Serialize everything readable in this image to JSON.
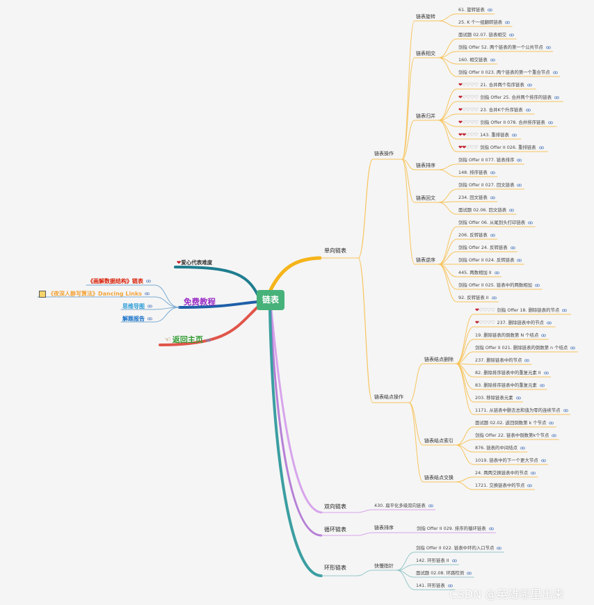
{
  "root": "链表",
  "left": {
    "legend": "爱心代表难度",
    "free": {
      "title": "免费教程",
      "items": [
        "《画解数据结构》链表",
        "《夜深人静写算法》Dancing Links",
        "思维导图",
        "解题报告"
      ]
    },
    "home": "返回主页"
  },
  "branches": {
    "single": {
      "label": "单向链表",
      "ops": {
        "label": "链表操作",
        "groups": [
          {
            "label": "链表旋转",
            "items": [
              {
                "t": "61. 旋转链表"
              },
              {
                "t": "25. K 个一组翻转链表"
              }
            ]
          },
          {
            "label": "链表相交",
            "items": [
              {
                "t": "面试题 02.07. 链表相交"
              },
              {
                "t": "剑指 Offer 52. 两个链表的第一个公共节点"
              },
              {
                "t": "160. 相交链表"
              },
              {
                "t": "剑指 Offer II 023. 两个链表的第一个重合节点"
              }
            ]
          },
          {
            "label": "链表归并",
            "items": [
              {
                "h": 1,
                "t": "21. 合并两个有序链表"
              },
              {
                "h": 1,
                "t": "剑指 Offer 25. 合并两个排序的链表"
              },
              {
                "h": 1,
                "t": "23. 合并K个升序链表"
              },
              {
                "h": 1,
                "t": "剑指 Offer II 078. 合并排序链表"
              },
              {
                "h": 2,
                "t": "143. 重排链表"
              },
              {
                "h": 2,
                "t": "剑指 Offer II 026. 重排链表"
              }
            ]
          },
          {
            "label": "链表排序",
            "items": [
              {
                "t": "剑指 Offer II 077. 链表排序"
              },
              {
                "t": "148. 排序链表"
              }
            ]
          },
          {
            "label": "链表回文",
            "items": [
              {
                "t": "剑指 Offer II 027. 回文链表"
              },
              {
                "t": "234. 回文链表"
              },
              {
                "t": "面试题 02.06. 回文链表"
              }
            ]
          },
          {
            "label": "链表逆序",
            "items": [
              {
                "t": "剑指 Offer 06. 从尾到头打印链表"
              },
              {
                "t": "206. 反转链表"
              },
              {
                "t": "剑指 Offer 24. 反转链表"
              },
              {
                "t": "剑指 Offer II 024. 反转链表"
              },
              {
                "t": "445. 两数相加 II"
              },
              {
                "t": "剑指 Offer II 025. 链表中的两数相加"
              },
              {
                "t": "92. 反转链表 II"
              }
            ]
          }
        ]
      },
      "nodeops": {
        "label": "链表结点操作",
        "groups": [
          {
            "label": "链表结点删除",
            "items": [
              {
                "h": 1,
                "t": "剑指 Offer 18. 删除链表的节点"
              },
              {
                "h": 1,
                "t": "237. 删除链表中的节点"
              },
              {
                "t": "19. 删除链表的倒数第 N 个结点"
              },
              {
                "t": "剑指 Offer II 021. 删除链表的倒数第 n 个结点"
              },
              {
                "t": "237. 删除链表中的节点"
              },
              {
                "t": "82. 删除排序链表中的重复元素 II"
              },
              {
                "t": "83. 删除排序链表中的重复元素"
              },
              {
                "t": "203. 移除链表元素"
              },
              {
                "t": "1171. 从链表中删去总和值为零的连续节点"
              }
            ]
          },
          {
            "label": "链表结点索引",
            "items": [
              {
                "t": "面试题 02.02. 返回倒数第 k 个节点"
              },
              {
                "t": "剑指 Offer 22. 链表中倒数第k个节点"
              },
              {
                "t": "876. 链表的中间结点"
              },
              {
                "t": "1019. 链表中的下一个更大节点"
              }
            ]
          },
          {
            "label": "链表结点交换",
            "items": [
              {
                "t": "24. 两两交换链表中的节点"
              },
              {
                "t": "1721. 交换链表中的节点"
              }
            ]
          }
        ]
      }
    },
    "double": {
      "label": "双向链表",
      "items": [
        {
          "t": "430. 扁平化多级双向链表"
        }
      ]
    },
    "circular": {
      "label": "循环链表",
      "sub": "链表排序",
      "items": [
        {
          "t": "剑指 Offer II 029. 排序的循环链表"
        }
      ]
    },
    "ring": {
      "label": "环形链表",
      "sub": "快慢指针",
      "items": [
        {
          "t": "剑指 Offer II 022. 链表中环的入口节点"
        },
        {
          "t": "142. 环形链表 II"
        },
        {
          "t": "面试题 02.08. 环路检测"
        },
        {
          "t": "141. 环形链表"
        }
      ]
    }
  },
  "watermark": "CSDN @英雄哪里出来",
  "colors": {
    "root": "#46b27a",
    "single": "#f5b41a",
    "double": "#d7a4ec",
    "circular": "#b680d6",
    "ring": "#3b9ea1",
    "legend": "#1e7d8f",
    "free": "#1f5fa8",
    "home": "#e0554a",
    "leaf_single": "#f7c45c",
    "leaf_double": "#d7a4ec",
    "leaf_ring": "#96c7c9",
    "heart_full": "#c0212e",
    "link_icon": "#6b8fc6",
    "free_item_1": "#d81e06",
    "free_item_2": "#f2a43a",
    "free_item_3": "#2d9ed8",
    "free_item_4": "#1771c8",
    "free_title": "#9b2fc6",
    "home_text": "#2f9a2f"
  }
}
